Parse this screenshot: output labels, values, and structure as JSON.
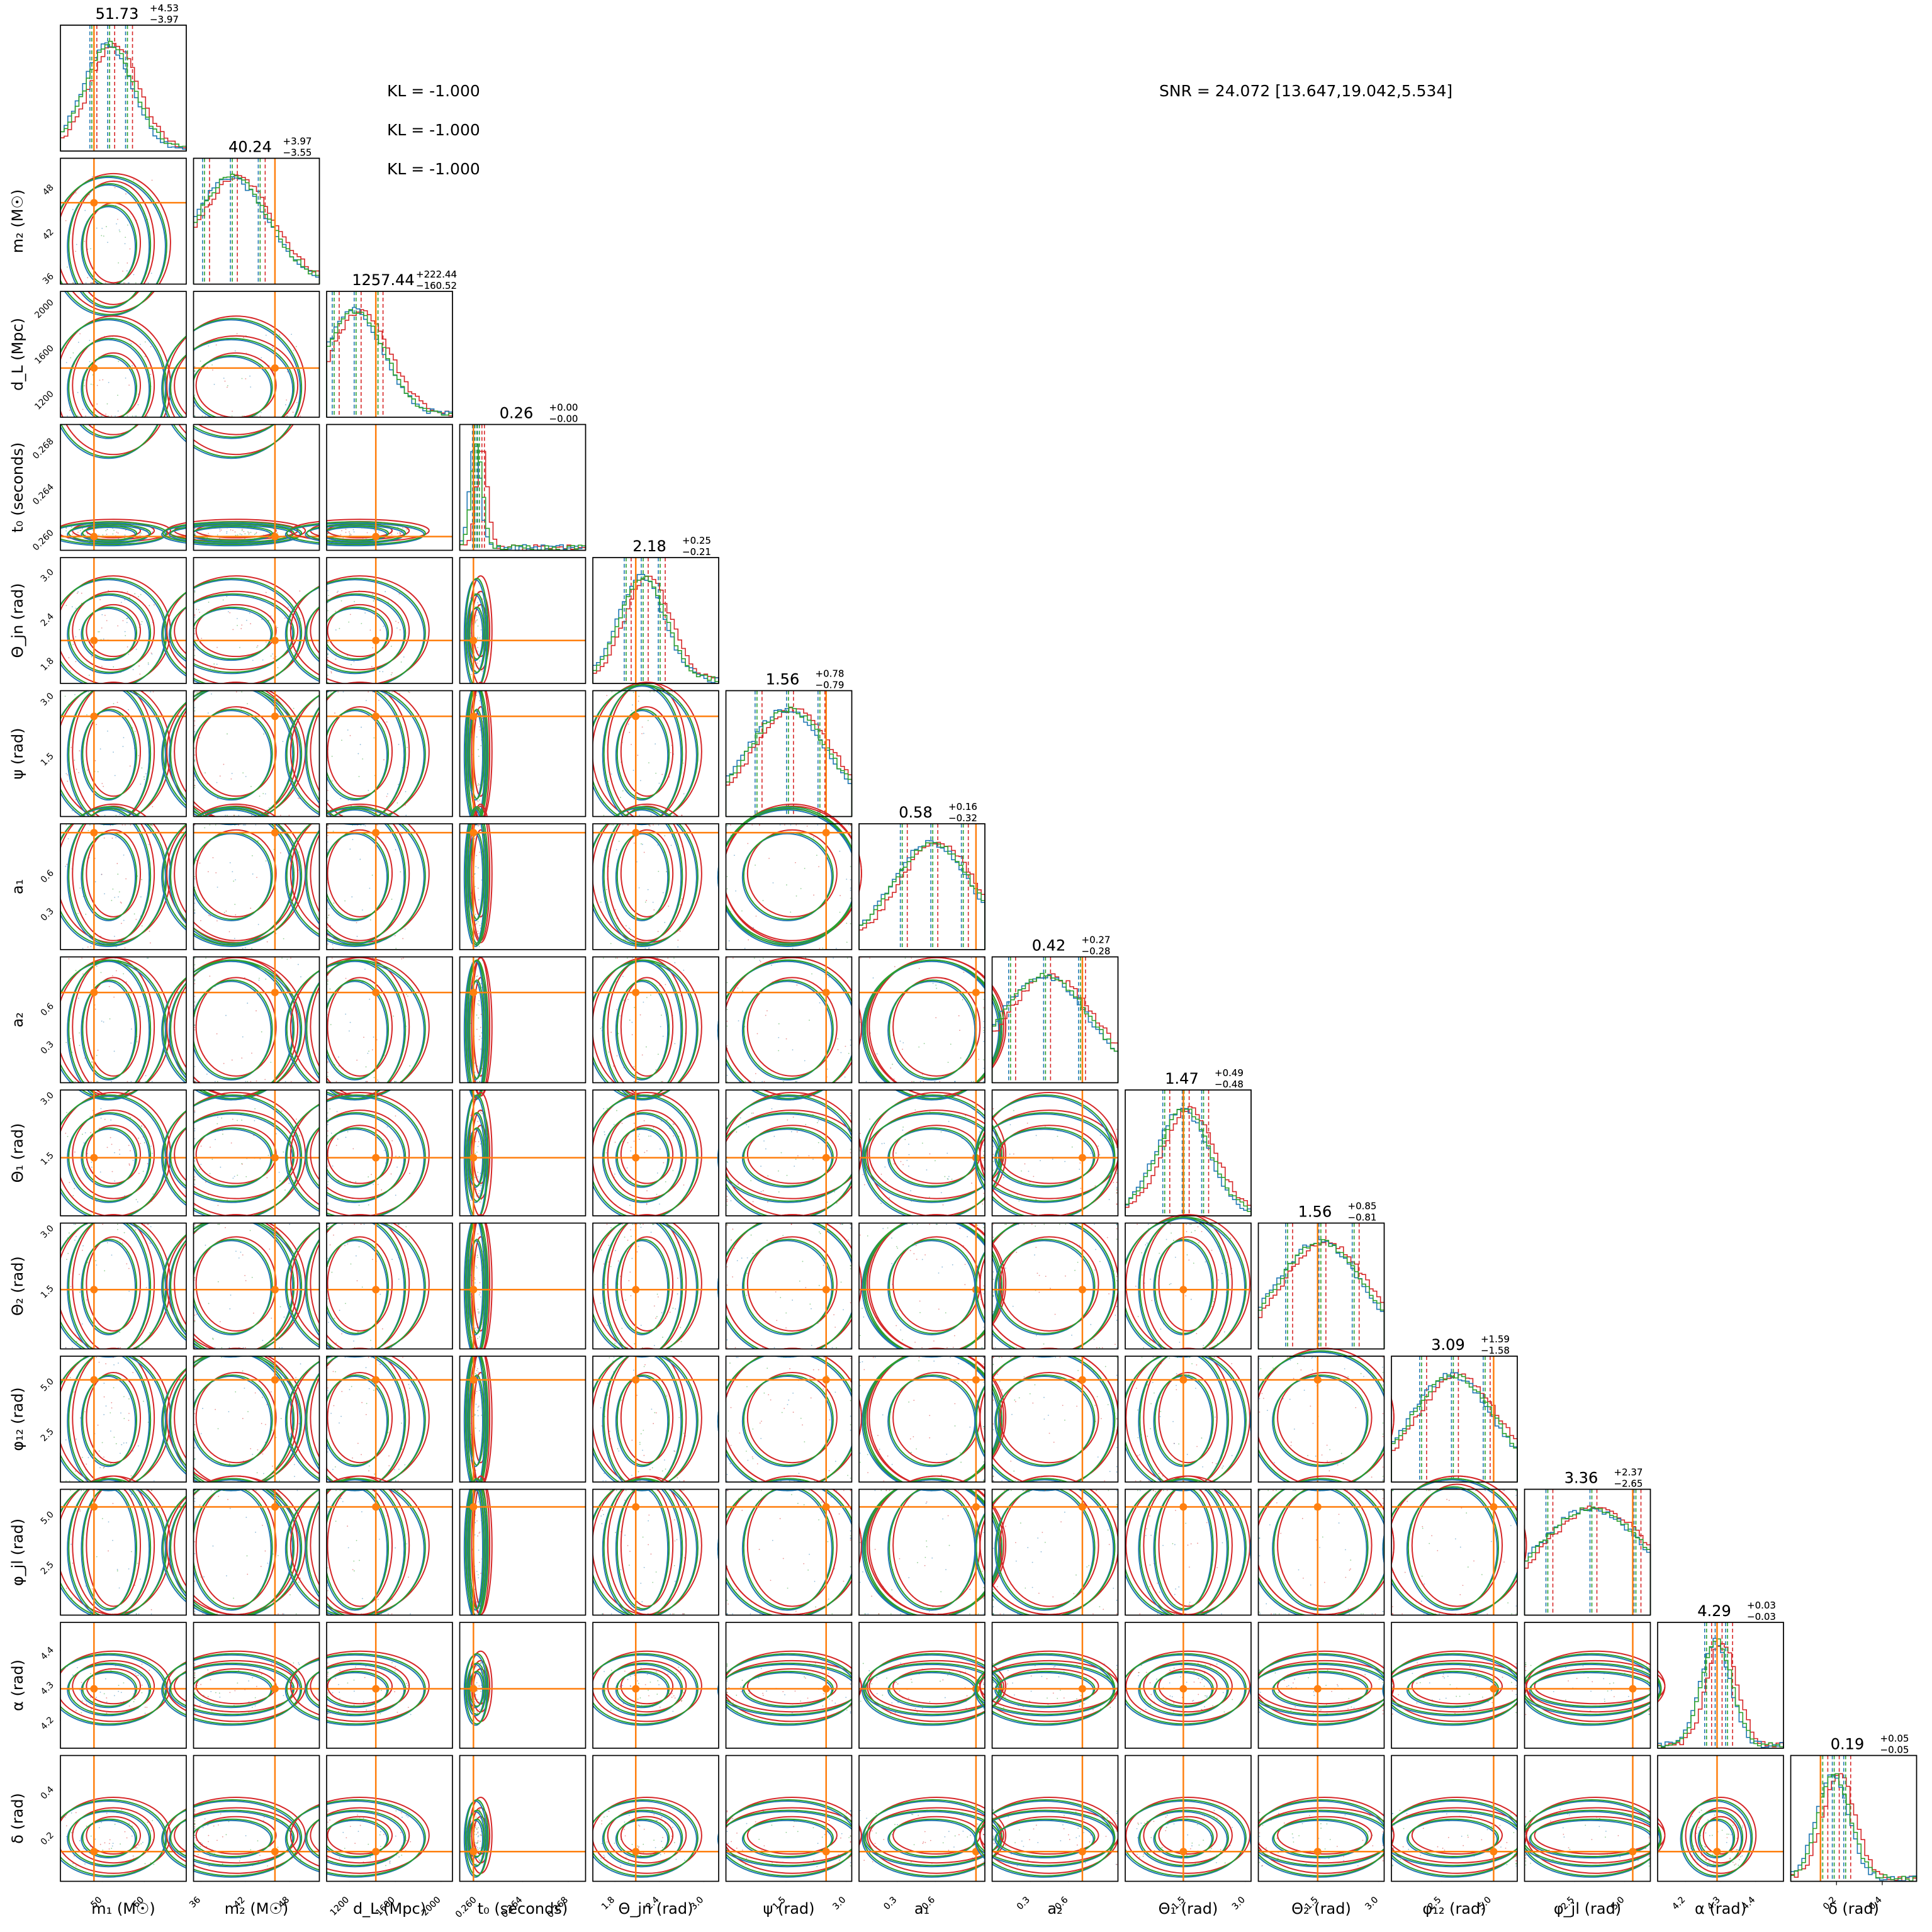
{
  "annotations": {
    "kl": [
      "KL = -1.000",
      "KL = -1.000",
      "KL = -1.000"
    ],
    "snr": "SNR = 24.072 [13.647,19.042,5.534]"
  },
  "colors": {
    "red": "#d62728",
    "blue": "#1f77b4",
    "green": "#2ca02c",
    "truth": "#ff7f0e",
    "quantile": "#333333"
  },
  "chart_data": {
    "type": "scatter",
    "subtype": "corner-plot",
    "series": [
      {
        "color": "#d62728"
      },
      {
        "color": "#1f77b4"
      },
      {
        "color": "#2ca02c"
      }
    ],
    "truth_color": "#ff7f0e",
    "parameters": [
      {
        "key": "m1",
        "label": "m₁ (M☉)",
        "range": [
          40,
          70
        ],
        "ticks": [
          50,
          60
        ],
        "tick_labels": [
          "50",
          "60"
        ],
        "truth": 48,
        "median": 51.73,
        "plus": 4.53,
        "minus": 3.97,
        "title_main": "51.73",
        "title_plus": "+4.53",
        "title_minus": "−3.97"
      },
      {
        "key": "m2",
        "label": "m₂ (M☉)",
        "range": [
          35,
          52
        ],
        "ticks": [
          36,
          42,
          48
        ],
        "tick_labels": [
          "36",
          "42",
          "48"
        ],
        "truth": 46,
        "median": 40.24,
        "plus": 3.97,
        "minus": 3.55,
        "title_main": "40.24",
        "title_plus": "+3.97",
        "title_minus": "−3.55"
      },
      {
        "key": "dL",
        "label": "d_L (Mpc)",
        "range": [
          1000,
          2100
        ],
        "ticks": [
          1200,
          1600,
          2000
        ],
        "tick_labels": [
          "1200",
          "1600",
          "2000"
        ],
        "truth": 1430,
        "median": 1257.44,
        "plus": 222.44,
        "minus": 160.52,
        "title_main": "1257.44",
        "title_plus": "+222.44",
        "title_minus": "−160.52"
      },
      {
        "key": "t0",
        "label": "t₀ (seconds)",
        "range": [
          0.2585,
          0.2695
        ],
        "ticks": [
          0.26,
          0.264,
          0.268
        ],
        "tick_labels": [
          "0.260",
          "0.264",
          "0.268"
        ],
        "truth": 0.2597,
        "median": 0.26,
        "plus": 0.0,
        "minus": 0.0,
        "title_main": "0.26",
        "title_plus": "+0.00",
        "title_minus": "−0.00"
      },
      {
        "key": "thetajn",
        "label": "Θ_jn (rad)",
        "range": [
          1.5,
          3.2
        ],
        "ticks": [
          1.8,
          2.4,
          3.0
        ],
        "tick_labels": [
          "1.8",
          "2.4",
          "3.0"
        ],
        "truth": 2.08,
        "median": 2.18,
        "plus": 0.25,
        "minus": 0.21,
        "title_main": "2.18",
        "title_plus": "+0.25",
        "title_minus": "−0.21"
      },
      {
        "key": "psi",
        "label": "ψ (rad)",
        "range": [
          0,
          3.14
        ],
        "ticks": [
          1.5,
          3.0
        ],
        "tick_labels": [
          "1.5",
          "3.0"
        ],
        "truth": 2.5,
        "median": 1.56,
        "plus": 0.78,
        "minus": 0.79,
        "title_main": "1.56",
        "title_plus": "+0.78",
        "title_minus": "−0.79"
      },
      {
        "key": "a1",
        "label": "a₁",
        "range": [
          0,
          0.99
        ],
        "ticks": [
          0.3,
          0.6
        ],
        "tick_labels": [
          "0.3",
          "0.6"
        ],
        "truth": 0.92,
        "median": 0.58,
        "plus": 0.16,
        "minus": 0.32,
        "title_main": "0.58",
        "title_plus": "+0.16",
        "title_minus": "−0.32"
      },
      {
        "key": "a2",
        "label": "a₂",
        "range": [
          0,
          0.99
        ],
        "ticks": [
          0.3,
          0.6
        ],
        "tick_labels": [
          "0.3",
          "0.6"
        ],
        "truth": 0.71,
        "median": 0.42,
        "plus": 0.27,
        "minus": 0.28,
        "title_main": "0.42",
        "title_plus": "+0.27",
        "title_minus": "−0.28"
      },
      {
        "key": "theta1",
        "label": "Θ₁ (rad)",
        "range": [
          0,
          3.14
        ],
        "ticks": [
          1.5,
          3.0
        ],
        "tick_labels": [
          "1.5",
          "3.0"
        ],
        "truth": 1.45,
        "median": 1.47,
        "plus": 0.49,
        "minus": 0.48,
        "title_main": "1.47",
        "title_plus": "+0.49",
        "title_minus": "−0.48"
      },
      {
        "key": "theta2",
        "label": "Θ₂ (rad)",
        "range": [
          0,
          3.14
        ],
        "ticks": [
          1.5,
          3.0
        ],
        "tick_labels": [
          "1.5",
          "3.0"
        ],
        "truth": 1.48,
        "median": 1.56,
        "plus": 0.85,
        "minus": 0.81,
        "title_main": "1.56",
        "title_plus": "+0.85",
        "title_minus": "−0.81"
      },
      {
        "key": "phi12",
        "label": "φ₁₂ (rad)",
        "range": [
          0,
          6.28
        ],
        "ticks": [
          2.5,
          5.0
        ],
        "tick_labels": [
          "2.5",
          "5.0"
        ],
        "truth": 5.1,
        "median": 3.09,
        "plus": 1.59,
        "minus": 1.58,
        "title_main": "3.09",
        "title_plus": "+1.59",
        "title_minus": "−1.58"
      },
      {
        "key": "phijl",
        "label": "φ_jl (rad)",
        "range": [
          0,
          6.28
        ],
        "ticks": [
          2.5,
          5.0
        ],
        "tick_labels": [
          "2.5",
          "5.0"
        ],
        "truth": 5.4,
        "median": 3.36,
        "plus": 2.37,
        "minus": 2.65,
        "title_main": "3.36",
        "title_plus": "+2.37",
        "title_minus": "−2.65"
      },
      {
        "key": "alpha",
        "label": "α (rad)",
        "range": [
          4.12,
          4.48
        ],
        "ticks": [
          4.2,
          4.3,
          4.4
        ],
        "tick_labels": [
          "4.2",
          "4.3",
          "4.4"
        ],
        "truth": 4.29,
        "median": 4.29,
        "plus": 0.03,
        "minus": 0.03,
        "title_main": "4.29",
        "title_plus": "+0.03",
        "title_minus": "−0.03"
      },
      {
        "key": "delta",
        "label": "δ (rad)",
        "range": [
          0.0,
          0.55
        ],
        "ticks": [
          0.2,
          0.4
        ],
        "tick_labels": [
          "0.2",
          "0.4"
        ],
        "truth": 0.13,
        "median": 0.19,
        "plus": 0.05,
        "minus": 0.05,
        "title_main": "0.19",
        "title_plus": "+0.05",
        "title_minus": "−0.05"
      }
    ]
  }
}
